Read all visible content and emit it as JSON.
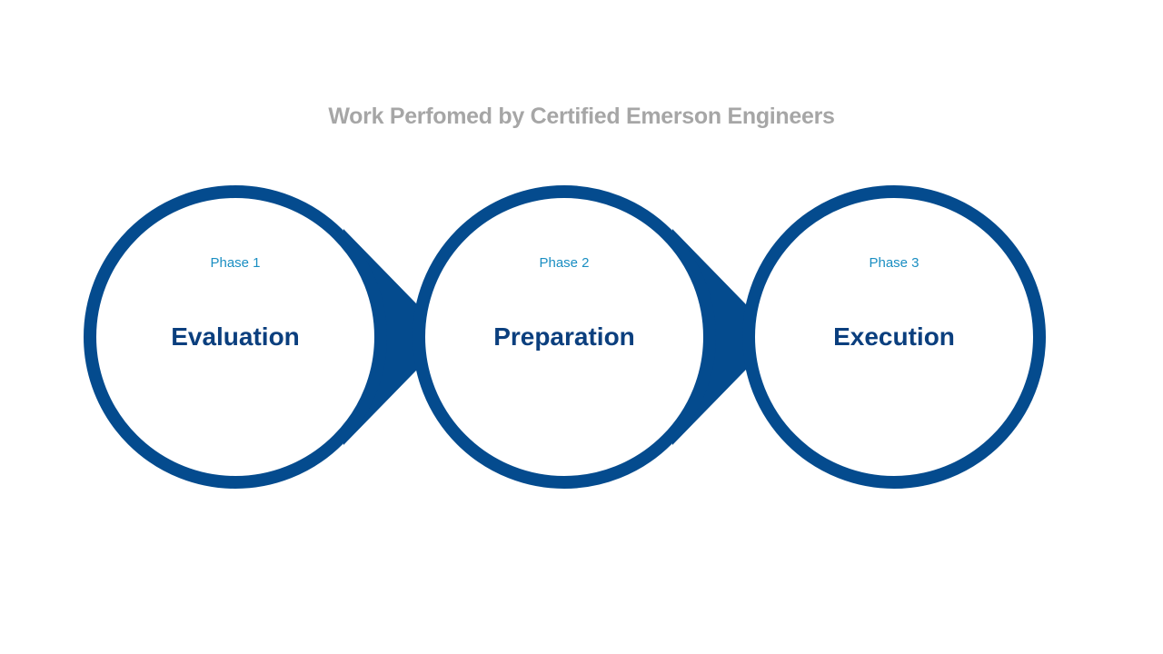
{
  "title": "Work Perfomed by Certified Emerson Engineers",
  "colors": {
    "ring": "#044b8e",
    "phase_label": "#1a8ec2",
    "phase_name": "#0b3f7e",
    "title": "#a6a6a6",
    "background": "#ffffff"
  },
  "phases": [
    {
      "label": "Phase 1",
      "name": "Evaluation"
    },
    {
      "label": "Phase 2",
      "name": "Preparation"
    },
    {
      "label": "Phase 3",
      "name": "Execution"
    }
  ]
}
